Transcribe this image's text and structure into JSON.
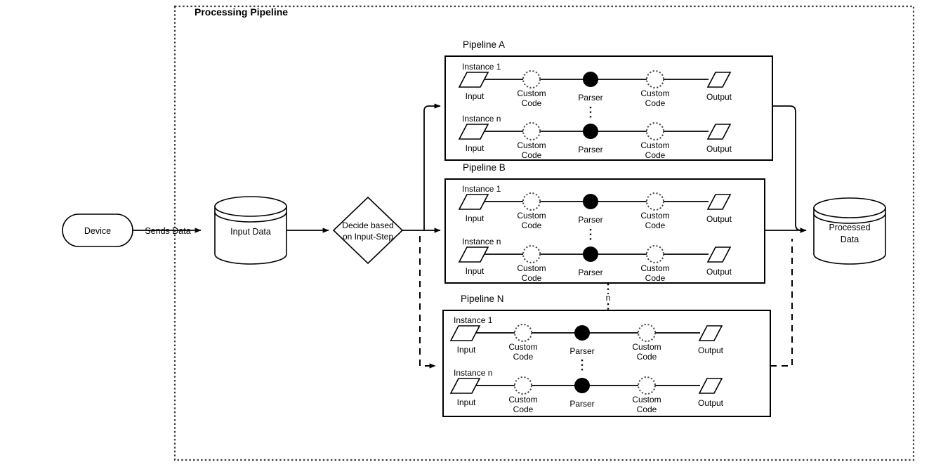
{
  "container": {
    "title": "Processing Pipeline"
  },
  "nodes": {
    "device": "Device",
    "input_data": "Input Data",
    "decision_line1": "Decide based",
    "decision_line2": "on Input-Step",
    "processed_data_line1": "Processed",
    "processed_data_line2": "Data"
  },
  "edges": {
    "sends_data": "Sends Data",
    "pipeline_ellipsis_label": "n"
  },
  "stage_labels": {
    "input": "Input",
    "custom_code_line1": "Custom",
    "custom_code_line2": "Code",
    "parser": "Parser",
    "output": "Output"
  },
  "instances": {
    "first": "Instance 1",
    "last": "Instance n"
  },
  "pipelines": [
    {
      "title": "Pipeline A",
      "rows": [
        {
          "instance": "Instance 1",
          "stages": [
            "Input",
            "Custom Code",
            "Parser",
            "Custom Code",
            "Output"
          ]
        },
        {
          "instance": "Instance n",
          "stages": [
            "Input",
            "Custom Code",
            "Parser",
            "Custom Code",
            "Output"
          ]
        }
      ]
    },
    {
      "title": "Pipeline B",
      "rows": [
        {
          "instance": "Instance 1",
          "stages": [
            "Input",
            "Custom Code",
            "Parser",
            "Custom Code",
            "Output"
          ]
        },
        {
          "instance": "Instance n",
          "stages": [
            "Input",
            "Custom Code",
            "Parser",
            "Custom Code",
            "Output"
          ]
        }
      ]
    },
    {
      "title": "Pipeline N",
      "rows": [
        {
          "instance": "Instance 1",
          "stages": [
            "Input",
            "Custom Code",
            "Parser",
            "Custom Code",
            "Output"
          ]
        },
        {
          "instance": "Instance n",
          "stages": [
            "Input",
            "Custom Code",
            "Parser",
            "Custom Code",
            "Output"
          ]
        }
      ]
    }
  ],
  "colors": {
    "stroke": "#000000",
    "fill": "#ffffff",
    "container_border": "#3a3a3a",
    "dotted_node": "#4a4a4a"
  }
}
